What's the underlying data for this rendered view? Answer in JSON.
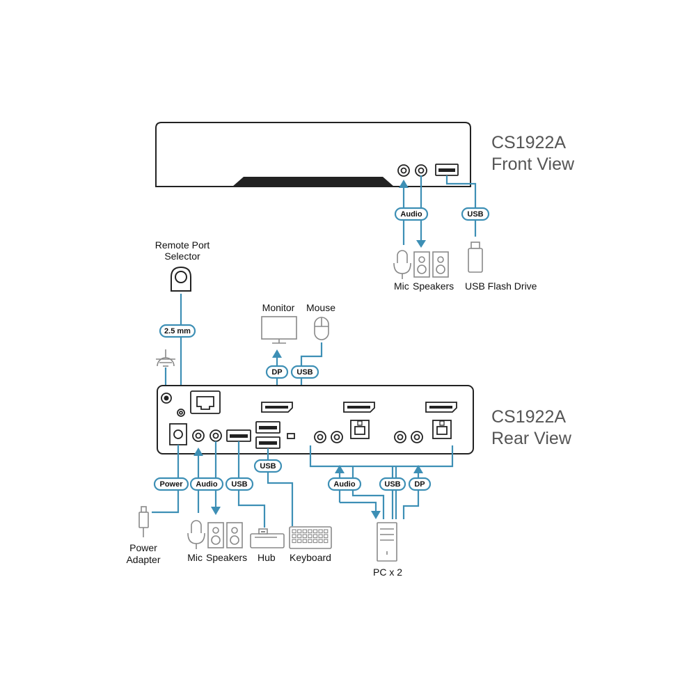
{
  "front": {
    "model": "CS1922A",
    "view": "Front View"
  },
  "rear": {
    "model": "CS1922A",
    "view": "Rear View"
  },
  "cables": {
    "audio": "Audio",
    "usb": "USB",
    "dp": "DP",
    "power": "Power",
    "remote": "2.5 mm"
  },
  "devices": {
    "front_mic": "Mic",
    "front_speakers": "Speakers",
    "usb_flash_drive": "USB Flash Drive",
    "remote_line1": "Remote Port",
    "remote_line2": "Selector",
    "monitor": "Monitor",
    "mouse": "Mouse",
    "power_line1": "Power",
    "power_line2": "Adapter",
    "rear_mic": "Mic",
    "rear_speakers": "Speakers",
    "hub": "Hub",
    "keyboard": "Keyboard",
    "pc": "PC x 2"
  },
  "colors": {
    "cable": "#3d8fb5",
    "outline": "#222222",
    "icon_gray": "#888888",
    "title_gray": "#555555"
  }
}
